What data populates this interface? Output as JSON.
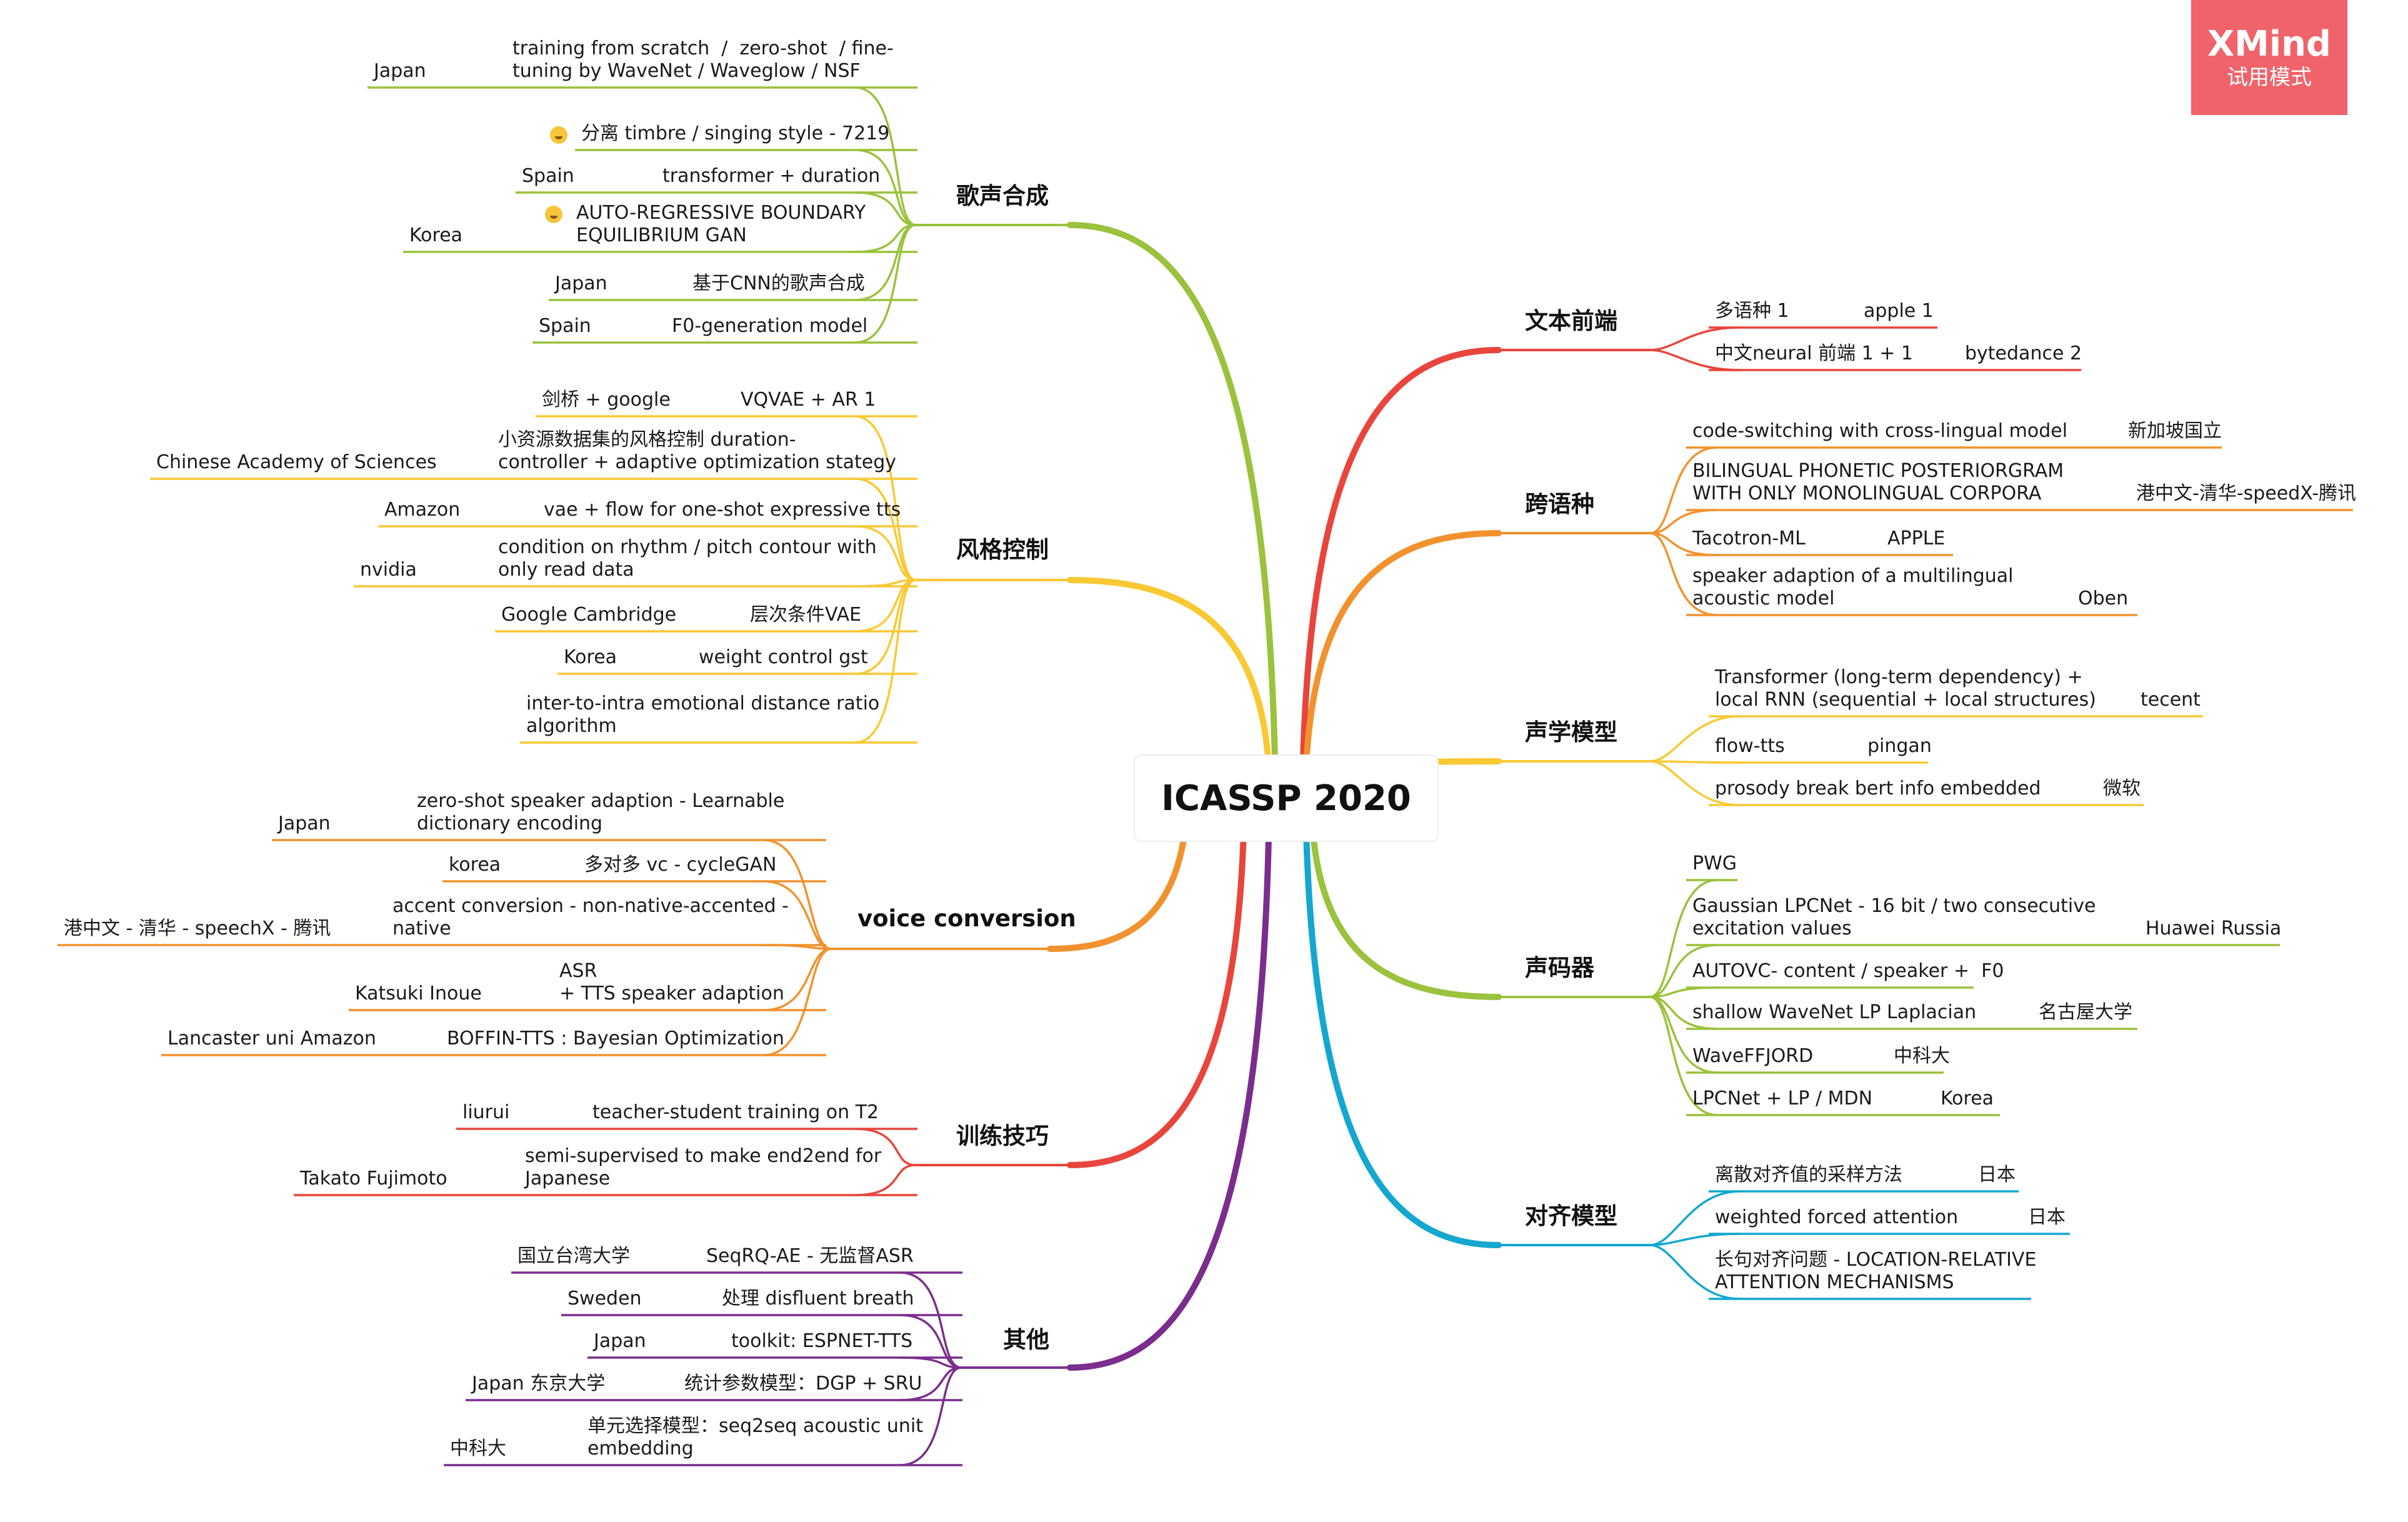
{
  "center": {
    "title": "ICASSP 2020"
  },
  "badge": {
    "brand": "XMind",
    "mode": "试用模式",
    "color": "#f0636a"
  },
  "branches": [
    {
      "id": "b0",
      "label": "歌声合成",
      "color": "#9ac23c",
      "items": [
        {
          "left": "Japan",
          "right": "training from scratch  /  zero-shot  / fine-\ntuning by WaveNet / Waveglow / NSF"
        },
        {
          "left": "",
          "right": "分离 timbre / singing style - 7219",
          "icon": "laughing-emoji-icon"
        },
        {
          "left": "Spain",
          "right": "transformer + duration"
        },
        {
          "left": "Korea",
          "right": "AUTO-REGRESSIVE BOUNDARY\nEQUILIBRIUM GAN",
          "icon": "thinking-emoji-icon"
        },
        {
          "left": "Japan",
          "right": "基于CNN的歌声合成"
        },
        {
          "left": "Spain",
          "right": "F0-generation model"
        }
      ]
    },
    {
      "id": "b1",
      "label": "风格控制",
      "color": "#f9c933",
      "items": [
        {
          "left": "剑桥 + google",
          "right": "VQVAE + AR 1"
        },
        {
          "left": "Chinese Academy of Sciences",
          "right": "小资源数据集的风格控制 duration-\ncontroller + adaptive optimization stategy"
        },
        {
          "left": "Amazon",
          "right": "vae + flow for one-shot expressive tts"
        },
        {
          "left": "nvidia",
          "right": "condition on rhythm / pitch contour with\nonly read data"
        },
        {
          "left": "Google Cambridge",
          "right": "层次条件VAE"
        },
        {
          "left": "Korea",
          "right": "weight control gst"
        },
        {
          "left": "",
          "right": "inter-to-intra emotional distance ratio\nalgorithm"
        }
      ]
    },
    {
      "id": "b2",
      "label": "voice conversion",
      "color": "#f2922f",
      "items": [
        {
          "left": "Japan",
          "right": "zero-shot speaker adaption - Learnable\ndictionary encoding"
        },
        {
          "left": "korea",
          "right": "多对多 vc - cycleGAN"
        },
        {
          "left": "港中文 - 清华 - speechX - 腾讯",
          "right": "accent conversion - non-native-accented -\nnative"
        },
        {
          "left": "Katsuki Inoue",
          "right": "ASR\n+ TTS speaker adaption"
        },
        {
          "left": "Lancaster uni Amazon",
          "right": "BOFFIN-TTS : Bayesian Optimization"
        }
      ]
    },
    {
      "id": "b3",
      "label": "训练技巧",
      "color": "#e8453c",
      "items": [
        {
          "left": "liurui",
          "right": "teacher-student training on T2"
        },
        {
          "left": "Takato Fujimoto",
          "right": "semi-supervised to make end2end for\nJapanese"
        }
      ]
    },
    {
      "id": "b4",
      "label": "其他",
      "color": "#7b2d8e",
      "items": [
        {
          "left": "国立台湾大学",
          "right": "SeqRQ-AE - 无监督ASR"
        },
        {
          "left": "Sweden",
          "right": "处理 disfluent breath"
        },
        {
          "left": "Japan",
          "right": "toolkit: ESPNET-TTS"
        },
        {
          "left": "Japan 东京大学",
          "right": "统计参数模型：DGP + SRU"
        },
        {
          "left": "中科大",
          "right": "单元选择模型：seq2seq acoustic unit\nembedding"
        }
      ]
    },
    {
      "id": "b5",
      "label": "文本前端",
      "color": "#e8453c",
      "items": [
        {
          "left": "多语种 1",
          "right": "apple 1"
        },
        {
          "left": "中文neural 前端 1 + 1",
          "right": "bytedance 2"
        }
      ]
    },
    {
      "id": "b6",
      "label": "跨语种",
      "color": "#f2922f",
      "items": [
        {
          "left": "code-switching with cross-lingual model",
          "right": "新加坡国立"
        },
        {
          "left": "BILINGUAL PHONETIC POSTERIORGRAM\nWITH ONLY MONOLINGUAL CORPORA",
          "right": "港中文-清华-speedX-腾讯"
        },
        {
          "left": "Tacotron-ML",
          "right": "APPLE"
        },
        {
          "left": "speaker adaption of a multilingual\nacoustic model",
          "right": "Oben"
        }
      ]
    },
    {
      "id": "b7",
      "label": "声学模型",
      "color": "#f9c933",
      "items": [
        {
          "left": "Transformer (long-term dependency) +\nlocal RNN (sequential + local structures)",
          "right": "tecent"
        },
        {
          "left": "flow-tts",
          "right": "pingan"
        },
        {
          "left": "prosody break bert info embedded",
          "right": "微软"
        }
      ]
    },
    {
      "id": "b8",
      "label": "声码器",
      "color": "#9ac23c",
      "items": [
        {
          "left": "PWG",
          "right": ""
        },
        {
          "left": "Gaussian LPCNet - 16 bit / two consecutive\nexcitation values",
          "right": "Huawei Russia"
        },
        {
          "left": "AUTOVC- content / speaker +  F0",
          "right": ""
        },
        {
          "left": "shallow WaveNet LP Laplacian",
          "right": "名古屋大学"
        },
        {
          "left": "WaveFFJORD",
          "right": "中科大"
        },
        {
          "left": "LPCNet + LP / MDN",
          "right": "Korea"
        }
      ]
    },
    {
      "id": "b9",
      "label": "对齐模型",
      "color": "#14a7cf",
      "items": [
        {
          "left": "离散对齐值的采样方法",
          "right": "日本"
        },
        {
          "left": "weighted forced attention",
          "right": "日本"
        },
        {
          "left": "长句对齐问题 - LOCATION-RELATIVE\nATTENTION MECHANISMS",
          "right": ""
        }
      ]
    }
  ]
}
